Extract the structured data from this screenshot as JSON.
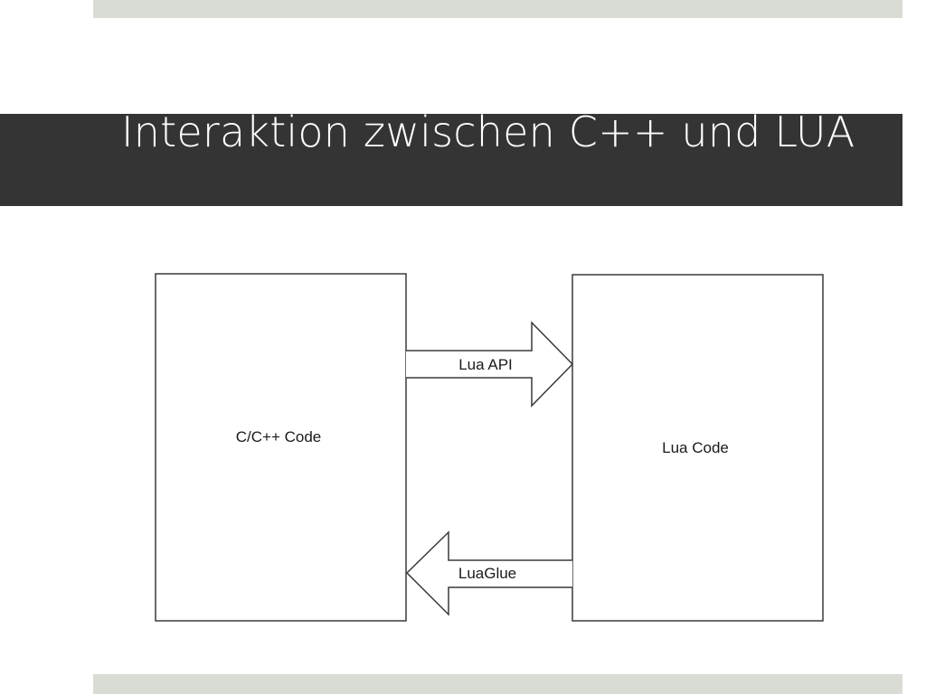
{
  "slide": {
    "title": "Interaktion zwischen C++ und LUA"
  },
  "diagram": {
    "left_box_label": "C/C++ Code",
    "right_box_label": "Lua Code",
    "top_arrow_label": "Lua API",
    "bottom_arrow_label": "LuaGlue",
    "stroke_color": "#3a3a3a"
  }
}
